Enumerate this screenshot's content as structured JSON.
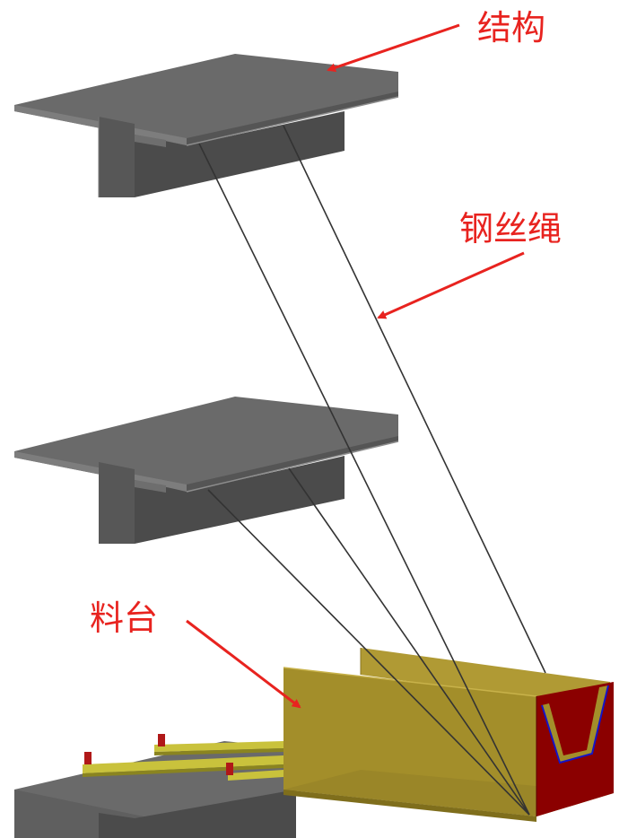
{
  "labels": {
    "structure": "结构",
    "wire_rope": "钢丝绳",
    "platform": "料台"
  },
  "colors": {
    "annotation": "#e8231f",
    "slab_top": "#6b6b6b",
    "slab_side": "#4a4a4a",
    "slab_edge": "#8c8c8c",
    "platform_panel": "#a38e2a",
    "platform_panel_light": "#b09a34",
    "platform_end": "#8b0000",
    "platform_end_outline": "#1414c8",
    "rail": "#c9c23c",
    "bolt": "#b01818",
    "rope": "#333333"
  }
}
